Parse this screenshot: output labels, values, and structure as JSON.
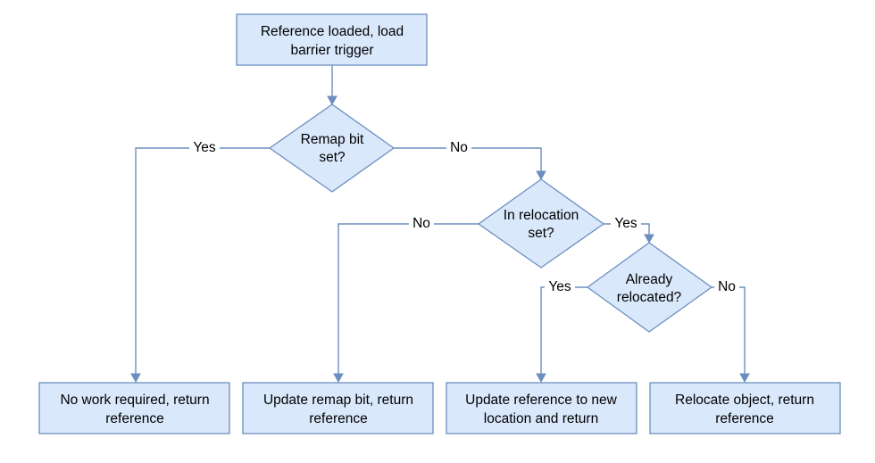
{
  "nodes": {
    "start": {
      "line1": "Reference loaded, load",
      "line2": "barrier trigger"
    },
    "remap_bit": {
      "line1": "Remap bit",
      "line2": "set?"
    },
    "in_relocation": {
      "line1": "In relocation",
      "line2": "set?"
    },
    "already_relocated": {
      "line1": "Already",
      "line2": "relocated?"
    },
    "no_work": {
      "line1": "No work required, return",
      "line2": "reference"
    },
    "update_remap": {
      "line1": "Update remap bit, return",
      "line2": "reference"
    },
    "update_reference": {
      "line1": "Update reference to new",
      "line2": "location and return"
    },
    "relocate_object": {
      "line1": "Relocate object, return",
      "line2": "reference"
    }
  },
  "edges": {
    "remap_yes": "Yes",
    "remap_no": "No",
    "reloc_no": "No",
    "reloc_yes": "Yes",
    "already_yes": "Yes",
    "already_no": "No"
  }
}
